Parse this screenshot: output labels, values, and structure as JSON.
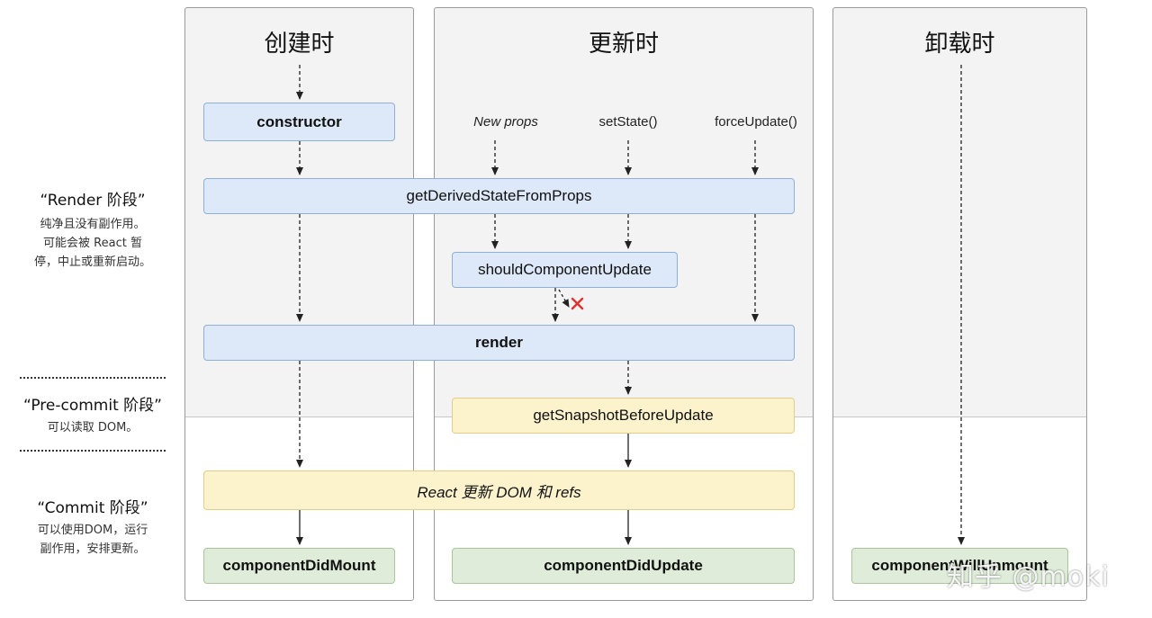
{
  "columns": {
    "mount": {
      "title": "创建时"
    },
    "update": {
      "title": "更新时"
    },
    "unmount": {
      "title": "卸载时"
    }
  },
  "triggers": {
    "new_props": "New props",
    "set_state": "setState()",
    "force_update": "forceUpdate()"
  },
  "boxes": {
    "constructor": "constructor",
    "get_derived_state_from_props": "getDerivedStateFromProps",
    "should_component_update": "shouldComponentUpdate",
    "render": "render",
    "get_snapshot_before_update": "getSnapshotBeforeUpdate",
    "react_updates_dom": "React 更新 DOM 和 refs",
    "component_did_mount": "componentDidMount",
    "component_did_update": "componentDidUpdate",
    "component_will_unmount": "componentWillUnmount"
  },
  "stages": {
    "render": {
      "title": "“Render 阶段”",
      "desc": [
        "纯净且没有副作用。",
        "可能会被 React 暂",
        "停，中止或重新启动。"
      ]
    },
    "pre_commit": {
      "title": "“Pre-commit 阶段”",
      "desc": [
        "可以读取 DOM。"
      ]
    },
    "commit": {
      "title": "“Commit 阶段”",
      "desc": [
        "可以使用DOM，运行",
        "副作用，安排更新。"
      ]
    }
  },
  "watermark": "知乎 @moki",
  "colors": {
    "render_phase_box": "#dde9f8",
    "pre_commit_box": "#fcf3cd",
    "commit_box": "#dfecd9",
    "cancel_mark": "#e0332f"
  },
  "icons": {
    "cancel": "cross-mark-icon"
  }
}
